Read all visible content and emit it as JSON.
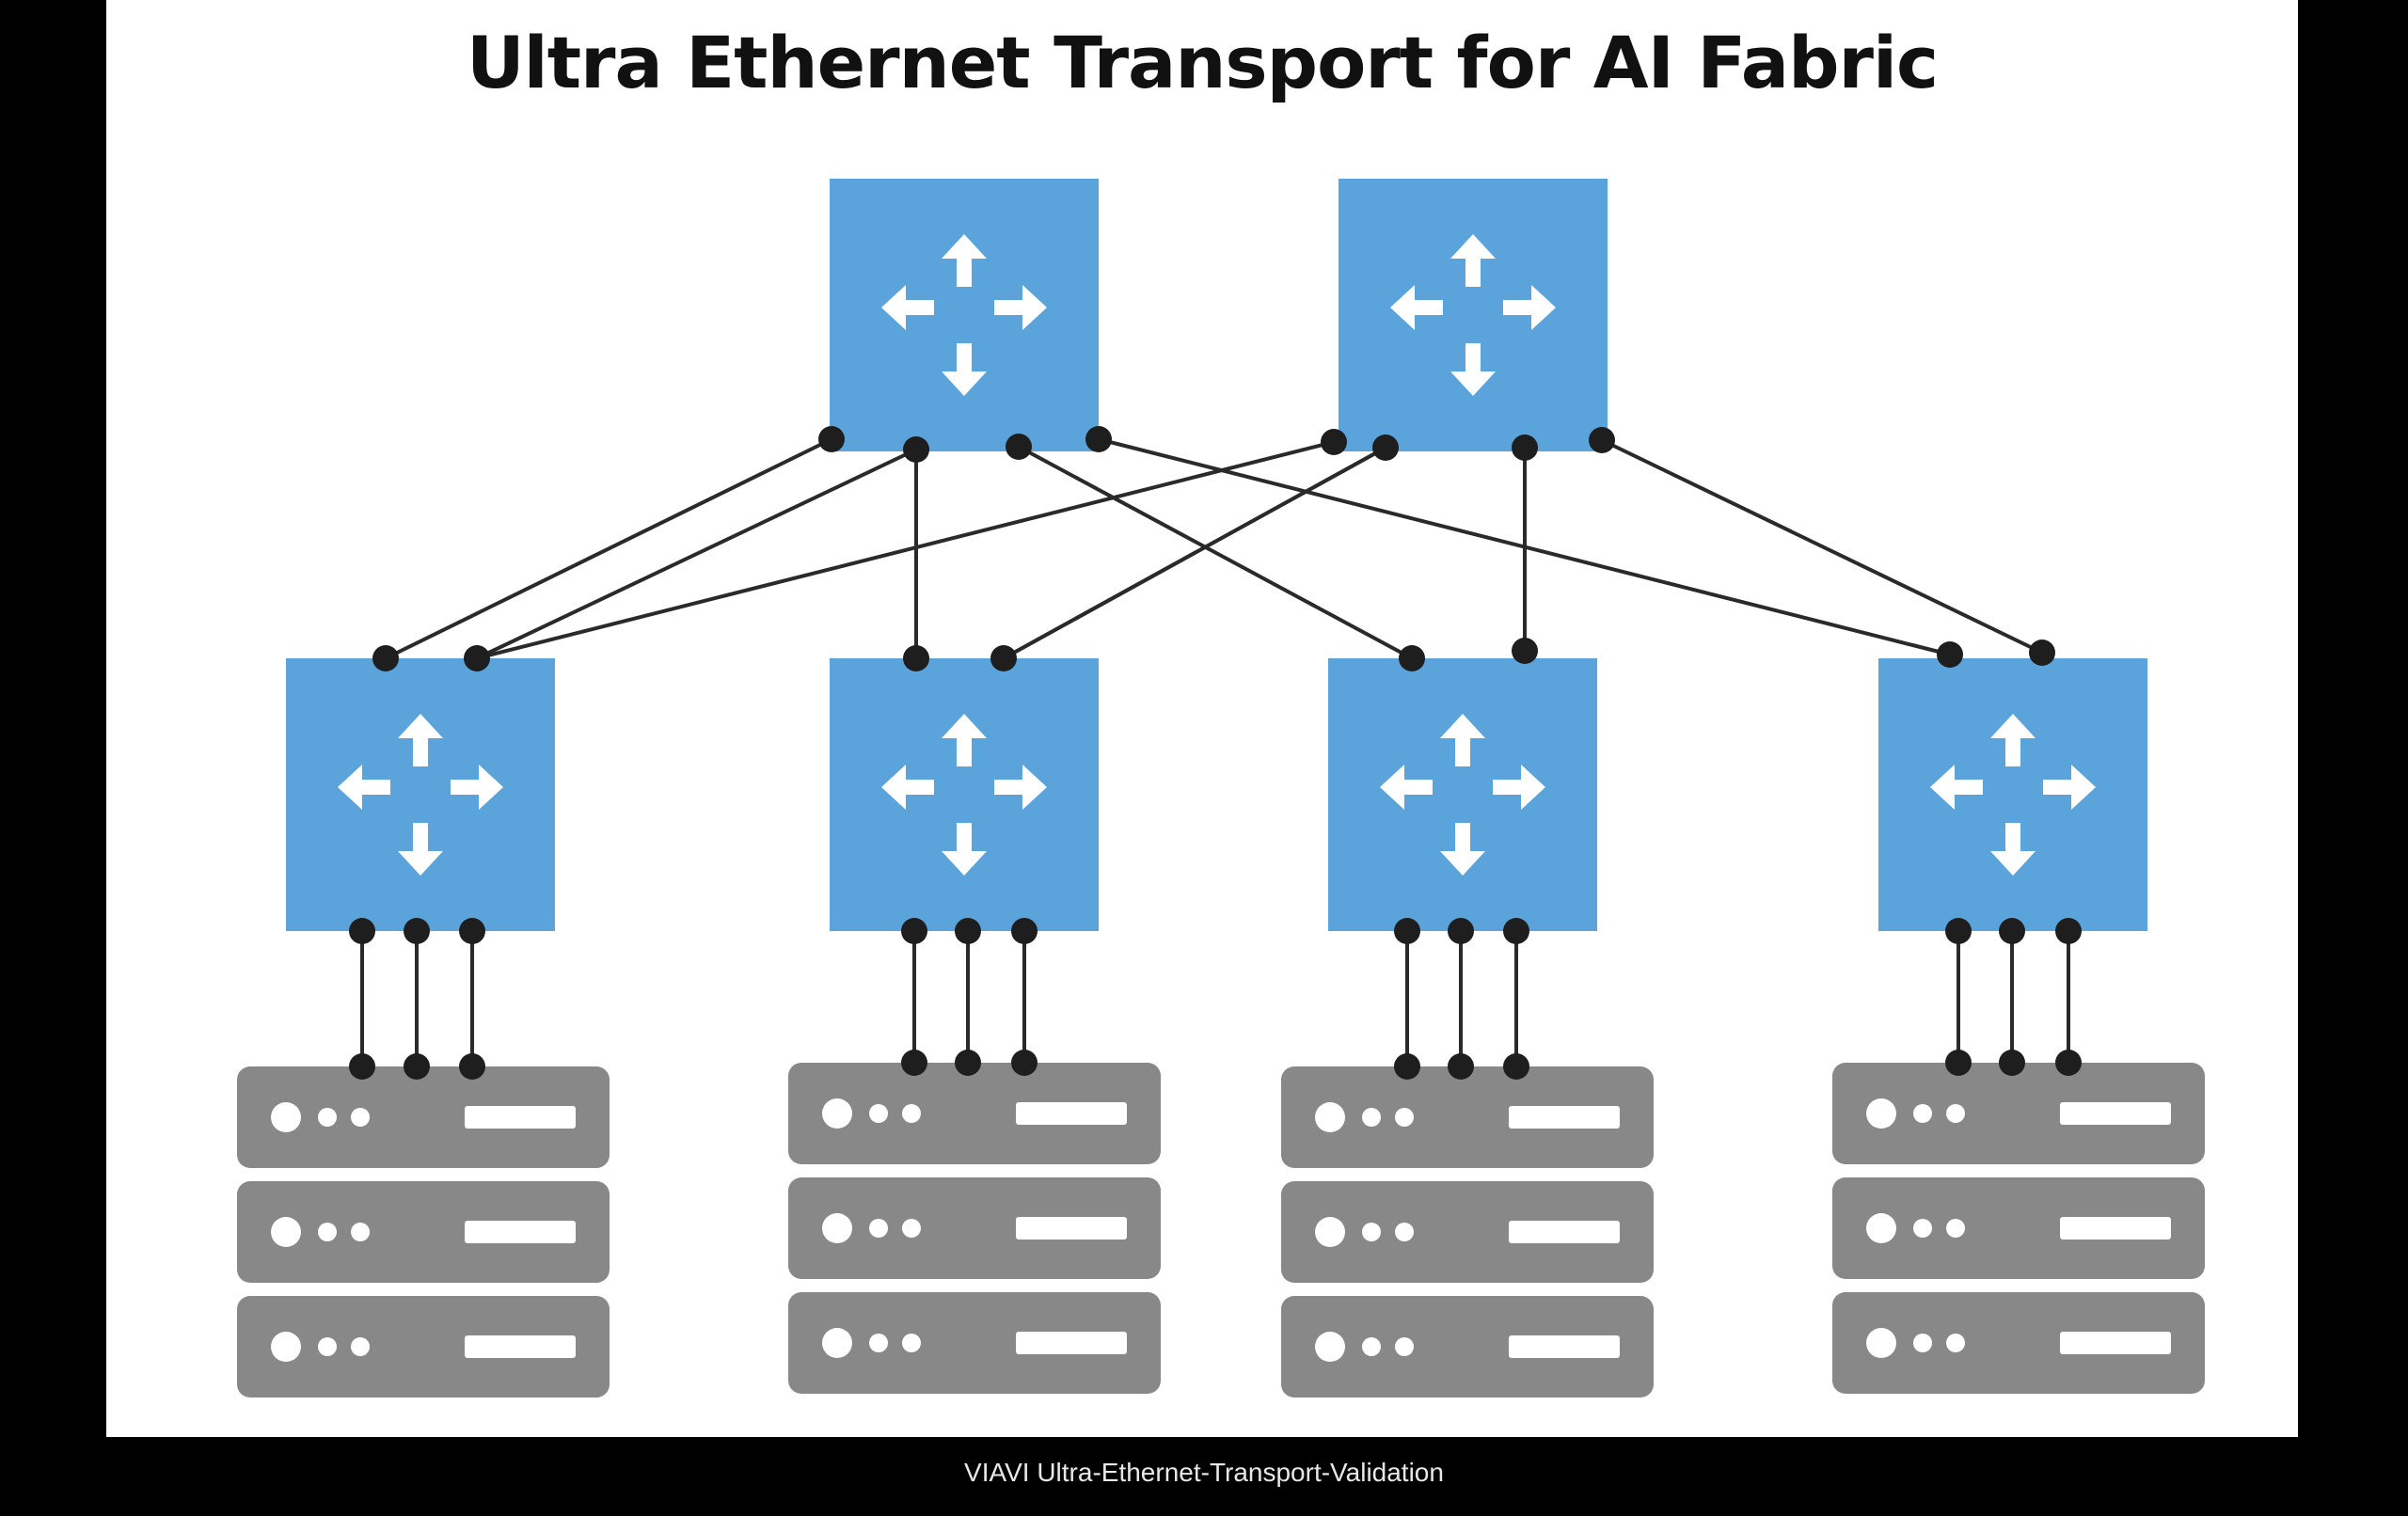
{
  "title": "Ultra Ethernet Transport for AI Fabric",
  "caption": "VIAVI Ultra-Ethernet-Transport-Validation",
  "colors": {
    "switch": "#5ba4db",
    "switch_arrow": "#ffffff",
    "server": "#888888",
    "server_detail": "#ffffff",
    "link": "#2a2a2a",
    "port": "#1e1e1e"
  },
  "icons": {
    "switch": "four-way-arrows-icon",
    "server": "server-rack-icon"
  },
  "topology": {
    "spine_switches": 2,
    "leaf_switches": 4,
    "servers_per_leaf": 3,
    "links_per_leaf_to_servers": 3
  }
}
